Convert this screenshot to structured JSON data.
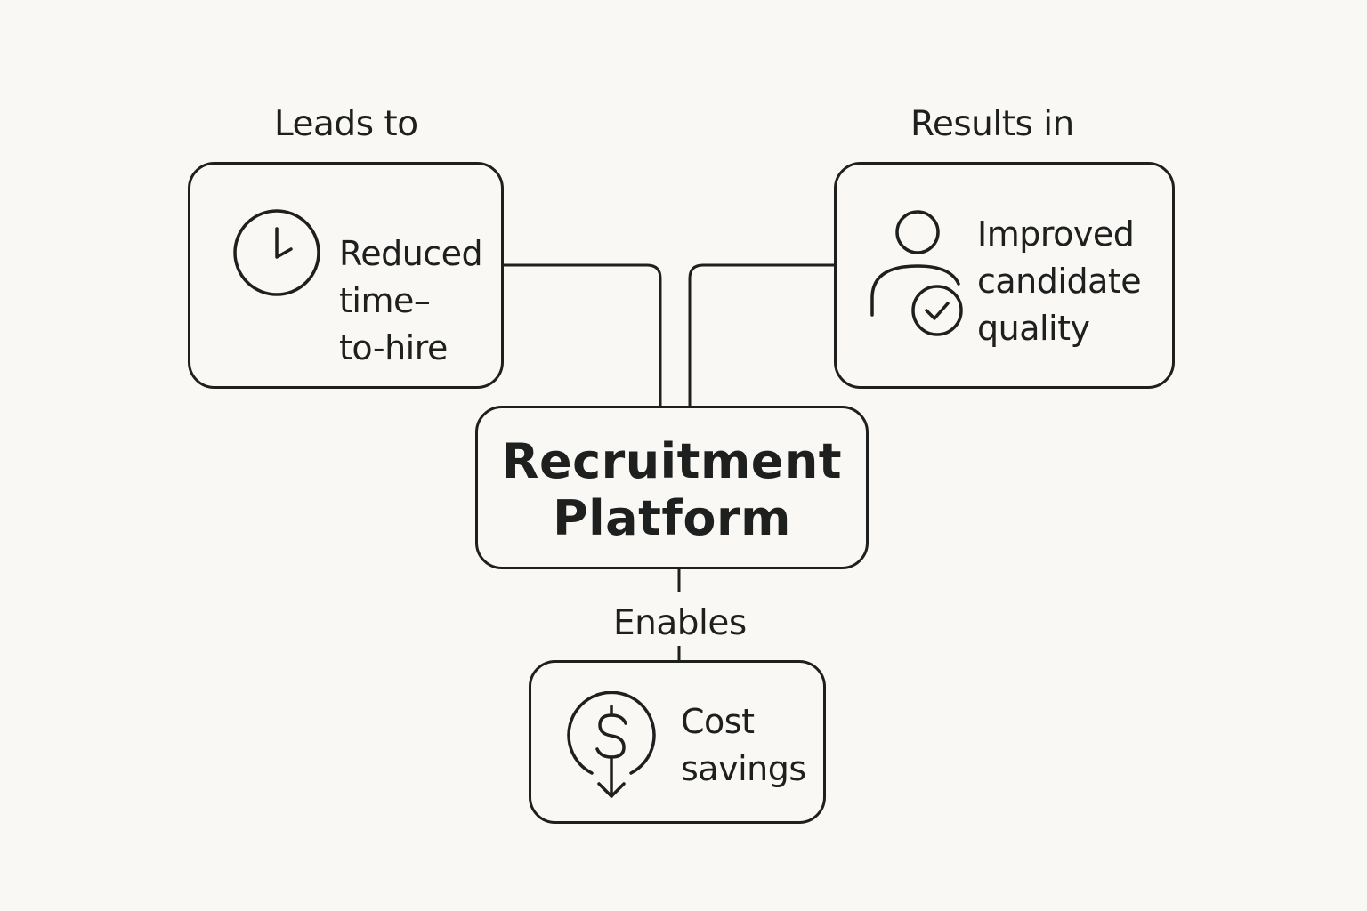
{
  "edges": {
    "left_label": "Leads to",
    "right_label": "Results in",
    "bottom_label": "Enables"
  },
  "center": {
    "line1": "Recruitment",
    "line2": "Platform"
  },
  "left_node": {
    "icon": "clock-icon",
    "lines": [
      "Reduced",
      "time–",
      "to-hire"
    ]
  },
  "right_node": {
    "icon": "user-check-icon",
    "lines": [
      "Improved",
      "candidate",
      "quality"
    ]
  },
  "bottom_node": {
    "icon": "dollar-down-icon",
    "lines": [
      "Cost",
      "savings"
    ]
  },
  "colors": {
    "background": "#faf8f4",
    "stroke": "#1e1f1f"
  }
}
